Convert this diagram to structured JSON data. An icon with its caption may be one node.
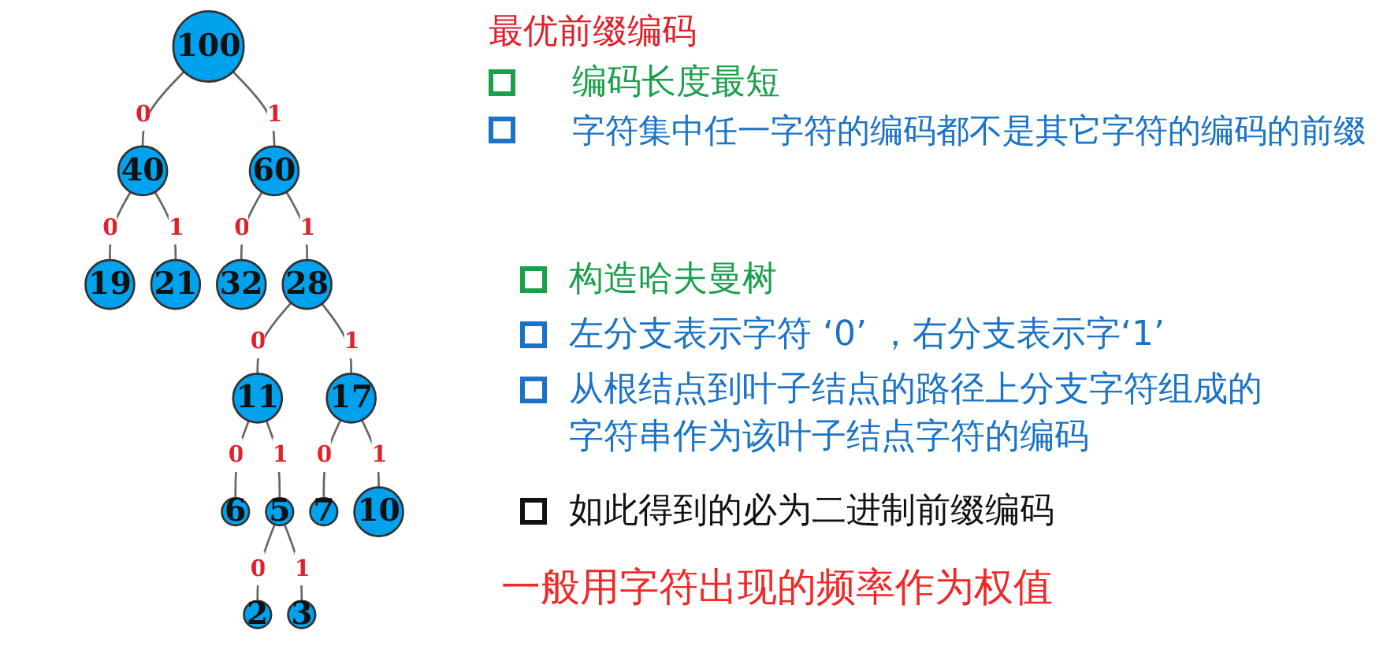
{
  "diagram": {
    "nodes": [
      {
        "text": [
          "100"
        ]
      },
      {
        "text": [
          "40"
        ]
      },
      {
        "text": [
          "60"
        ]
      },
      {
        "text": [
          "19"
        ]
      },
      {
        "text": [
          "21"
        ]
      },
      {
        "text": [
          "32"
        ]
      },
      {
        "text": [
          "28"
        ]
      },
      {
        "text": [
          "11"
        ]
      },
      {
        "text": [
          "17"
        ]
      },
      {
        "text": [
          "6"
        ]
      },
      {
        "text": [
          "5"
        ]
      },
      {
        "text": [
          "7"
        ]
      },
      {
        "text": [
          "10"
        ]
      },
      {
        "text": [
          "2"
        ]
      },
      {
        "text": [
          "3"
        ]
      }
    ],
    "edges": [
      {
        "from": 0,
        "to": 1,
        "arrow": "none",
        "label": "0"
      },
      {
        "from": 0,
        "to": 2,
        "arrow": "none",
        "label": "1"
      },
      {
        "from": 1,
        "to": 3,
        "arrow": "none",
        "label": "0"
      },
      {
        "from": 1,
        "to": 4,
        "arrow": "none",
        "label": "1"
      },
      {
        "from": 2,
        "to": 5,
        "arrow": "none",
        "label": "0"
      },
      {
        "from": 2,
        "to": 6,
        "arrow": "none",
        "label": "1"
      },
      {
        "from": 6,
        "to": 7,
        "arrow": "none",
        "label": "0"
      },
      {
        "from": 6,
        "to": 8,
        "arrow": "none",
        "label": "1"
      },
      {
        "from": 7,
        "to": 9,
        "arrow": "none",
        "label": "0"
      },
      {
        "from": 7,
        "to": 10,
        "arrow": "none",
        "label": "1"
      },
      {
        "from": 8,
        "to": 11,
        "arrow": "none",
        "label": "0"
      },
      {
        "from": 8,
        "to": 12,
        "arrow": "none",
        "label": "1"
      },
      {
        "from": 10,
        "to": 13,
        "arrow": "none",
        "label": "0"
      },
      {
        "from": 10,
        "to": 14,
        "arrow": "none",
        "label": "1"
      }
    ],
    "labels": [
      "最优前缀编码",
      "编码长度最短",
      "字符集中任一字符的编码都不是其它字符的编码的前缀",
      "构造哈夫曼树",
      "左分支表示字符 ‘0’ ，右分支表示字‘1’",
      "从根结点到叶子结点的路径上分支字符组成的字符串作为该叶子结点字符的编码",
      "如此得到的必为二进制前缀编码",
      "一般用字符出现的频率作为权值"
    ]
  }
}
